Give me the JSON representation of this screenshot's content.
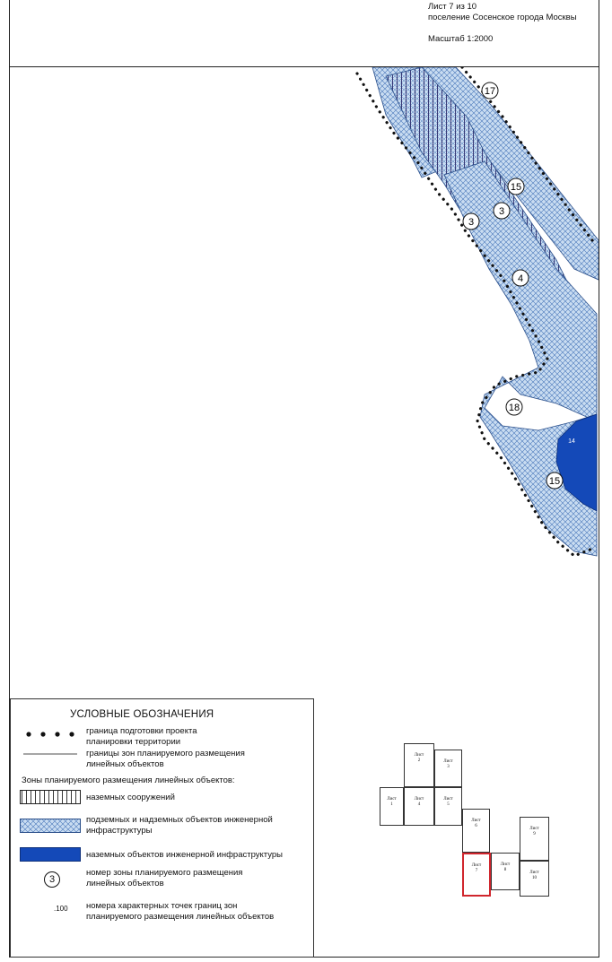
{
  "header": {
    "sheet_label": "Лист 7 из 10",
    "settlement": "поселение Сосенское города Москвы",
    "scale": "Масштаб 1:2000"
  },
  "map": {
    "zone_labels": [
      "17",
      "15",
      "3",
      "3",
      "4",
      "18",
      "14",
      "15"
    ],
    "colors": {
      "light_hatch": "#bcd5ee",
      "hatch_line": "#3f6fb3",
      "dark_fill": "#1449b8",
      "boundary_dots": "#111111"
    }
  },
  "legend": {
    "title": "УСЛОВНЫЕ ОБОЗНАЧЕНИЯ",
    "project_boundary": "граница подготовки проекта\nпланировки территории",
    "zone_boundaries": "границы зон планируемого размещения\nлинейных объектов",
    "zones_heading": "Зоны планируемого размещения линейных объектов:",
    "ground_structures": "наземных сооружений",
    "underground_objects": "подземных и надземных объектов инженерной\nинфраструктуры",
    "ground_infra": "наземных объектов инженерной инфраструктуры",
    "zone_number_sample": "3",
    "zone_number": "номер зоны планируемого размещения\nлинейных объектов",
    "point_sample": "100",
    "point_numbers": "номера характерных точек границ зон\nпланируемого размещения линейных объектов"
  },
  "sheet_index": {
    "cells": [
      {
        "label": "Лист\n1",
        "active": false
      },
      {
        "label": "Лист\n2",
        "active": false
      },
      {
        "label": "Лист\n3",
        "active": false
      },
      {
        "label": "Лист\n4",
        "active": false
      },
      {
        "label": "Лист\n5",
        "active": false
      },
      {
        "label": "Лист\n6",
        "active": false
      },
      {
        "label": "Лист\n7",
        "active": true
      },
      {
        "label": "Лист\n8",
        "active": false
      },
      {
        "label": "Лист\n9",
        "active": false
      },
      {
        "label": "Лист\n10",
        "active": false
      }
    ]
  }
}
